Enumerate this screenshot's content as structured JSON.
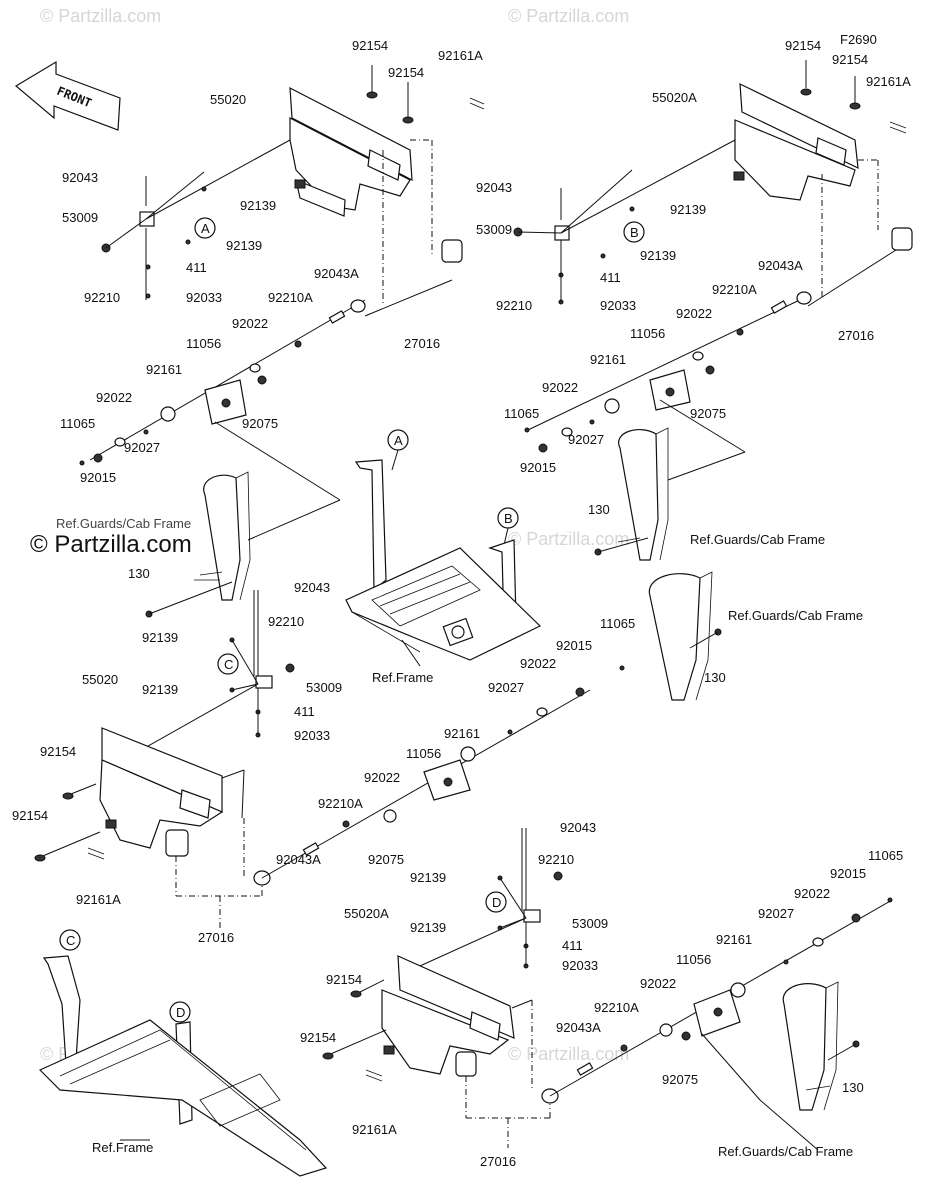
{
  "diagram_code": "F2690",
  "front_label": "FRONT",
  "watermarks": {
    "copyright": "© Partzilla.com",
    "light": "© Partzilla.com"
  },
  "callouts": {
    "A": "A",
    "B": "B",
    "C": "C",
    "D": "D"
  },
  "labels": {
    "q1": {
      "p92154a": "92154",
      "p92154b": "92154",
      "p92161A": "92161A",
      "p55020": "55020",
      "p92043": "92043",
      "p53009": "53009",
      "p92139a": "92139",
      "p92139b": "92139",
      "p411": "411",
      "p92210": "92210",
      "p92033": "92033",
      "p92043A": "92043A",
      "p92210A": "92210A",
      "p92022a": "92022",
      "p27016": "27016",
      "p11056": "11056",
      "p92161": "92161",
      "p92022b": "92022",
      "p11065": "11065",
      "p92075": "92075",
      "p92027": "92027",
      "p92015": "92015",
      "p130": "130",
      "ref_guards": "Ref.Guards/Cab Frame"
    },
    "q2": {
      "p92154a": "92154",
      "p92154b": "92154",
      "p92161A": "92161A",
      "p55020A": "55020A",
      "p92043": "92043",
      "p53009": "53009",
      "p92139a": "92139",
      "p92139b": "92139",
      "p411": "411",
      "p92210": "92210",
      "p92033": "92033",
      "p92043A": "92043A",
      "p92210A": "92210A",
      "p92022a": "92022",
      "p27016": "27016",
      "p11056": "11056",
      "p92161": "92161",
      "p92022b": "92022",
      "p11065": "11065",
      "p92075": "92075",
      "p92027": "92027",
      "p92015": "92015",
      "p130": "130",
      "ref_guards": "Ref.Guards/Cab Frame"
    },
    "center": {
      "ref_frame": "Ref.Frame"
    },
    "q3": {
      "p92043": "92043",
      "p92210": "92210",
      "p92139a": "92139",
      "p92139b": "92139",
      "p53009": "53009",
      "p411": "411",
      "p92033": "92033",
      "p55020": "55020",
      "p92154a": "92154",
      "p92154b": "92154",
      "p92161A": "92161A",
      "p27016": "27016",
      "p92043A": "92043A",
      "p92210A": "92210A",
      "p92022a": "92022",
      "p92075": "92075",
      "p11056": "11056",
      "p92161": "92161",
      "p92027": "92027",
      "p92022b": "92022",
      "p92015": "92015",
      "p11065": "11065",
      "p130": "130",
      "ref_guards": "Ref.Guards/Cab Frame"
    },
    "q4": {
      "p92043": "92043",
      "p92210": "92210",
      "p92139a": "92139",
      "p92139b": "92139",
      "p53009": "53009",
      "p411": "411",
      "p92033": "92033",
      "p55020A": "55020A",
      "p92154a": "92154",
      "p92154b": "92154",
      "p92161A": "92161A",
      "p27016": "27016",
      "p92043A": "92043A",
      "p92210A": "92210A",
      "p92022a": "92022",
      "p92075": "92075",
      "p11056": "11056",
      "p92161": "92161",
      "p92027": "92027",
      "p92022b": "92022",
      "p92015": "92015",
      "p11065": "11065",
      "p130": "130",
      "ref_guards": "Ref.Guards/Cab Frame",
      "ref_frame": "Ref.Frame"
    }
  }
}
